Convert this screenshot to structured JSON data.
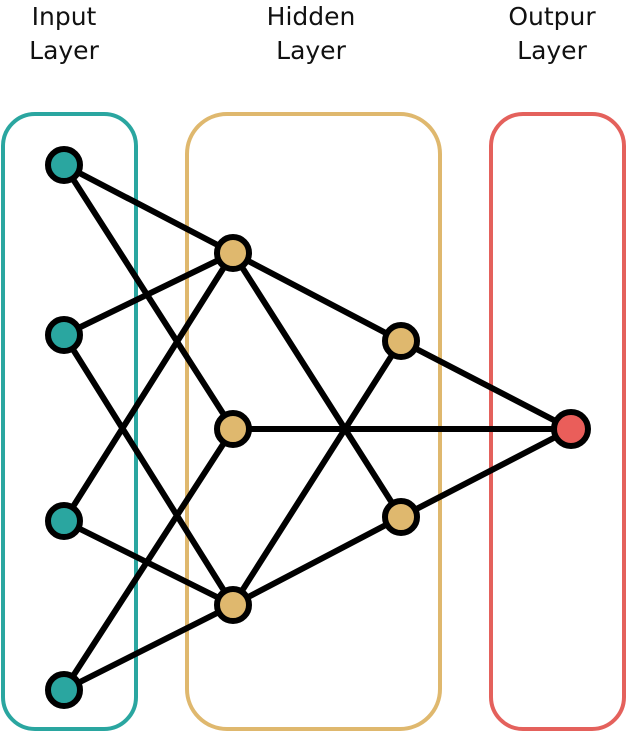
{
  "layers": [
    {
      "id": "input",
      "label_line1": "Input",
      "label_line2": "Layer",
      "color": "#2aa6a0",
      "node_color": "#2aa6a0"
    },
    {
      "id": "hidden",
      "label_line1": "Hidden",
      "label_line2": "Layer",
      "color": "#dfb86e",
      "node_color": "#dfb86e"
    },
    {
      "id": "output",
      "label_line1": "Outpur",
      "label_line2": "Layer",
      "color": "#e4615c",
      "node_color": "#ea5e5a"
    }
  ],
  "nodes": [
    {
      "id": "i1",
      "layer": "input"
    },
    {
      "id": "i2",
      "layer": "input"
    },
    {
      "id": "i3",
      "layer": "input"
    },
    {
      "id": "i4",
      "layer": "input"
    },
    {
      "id": "h1",
      "layer": "hidden"
    },
    {
      "id": "h2",
      "layer": "hidden"
    },
    {
      "id": "h3",
      "layer": "hidden"
    },
    {
      "id": "h4",
      "layer": "hidden"
    },
    {
      "id": "h5",
      "layer": "hidden"
    },
    {
      "id": "o1",
      "layer": "output"
    }
  ],
  "edges": [
    [
      "i1",
      "h1"
    ],
    [
      "i1",
      "h2"
    ],
    [
      "i2",
      "h1"
    ],
    [
      "i2",
      "h3"
    ],
    [
      "i3",
      "h1"
    ],
    [
      "i3",
      "h3"
    ],
    [
      "i4",
      "h2"
    ],
    [
      "i4",
      "h3"
    ],
    [
      "h1",
      "h4"
    ],
    [
      "h1",
      "h5"
    ],
    [
      "h3",
      "h4"
    ],
    [
      "h3",
      "h5"
    ],
    [
      "h2",
      "o1"
    ],
    [
      "h4",
      "o1"
    ],
    [
      "h5",
      "o1"
    ]
  ]
}
